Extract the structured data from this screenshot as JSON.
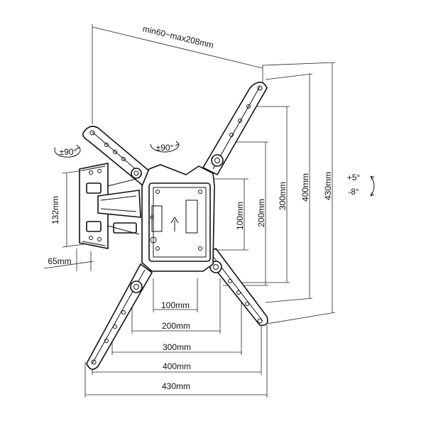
{
  "title": "min60~max208mm",
  "rotation": {
    "left": "±90°",
    "center": "±90°"
  },
  "tilt": {
    "up": "+5°",
    "down": "-8°"
  },
  "arm": {
    "height": "132mm",
    "depth": "65mm"
  },
  "vertical": {
    "d100": "100mm",
    "d200": "200mm",
    "d300": "300mm",
    "d400": "400mm",
    "d430": "430mm"
  },
  "horizontal": {
    "d100": "100mm",
    "d200": "200mm",
    "d300": "300mm",
    "d400": "400mm",
    "d430": "430mm"
  },
  "colors": {
    "line": "#111111",
    "background": "#ffffff"
  }
}
